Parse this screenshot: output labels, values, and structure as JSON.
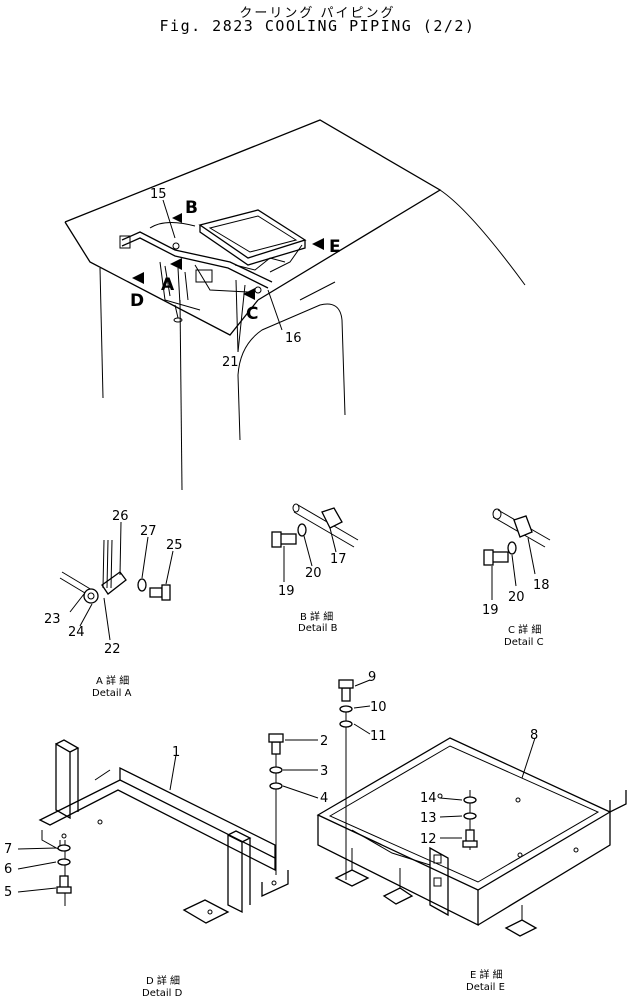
{
  "title_jp": "クーリング パイピング",
  "title_en": "Fig. 2823 COOLING PIPING (2/2)",
  "main_view": {
    "part_labels": [
      "15",
      "16",
      "21"
    ],
    "view_letters": [
      "A",
      "B",
      "C",
      "D",
      "E"
    ]
  },
  "detail_a": {
    "caption_jp": "A 詳 細",
    "caption_en": "Detail A",
    "parts": [
      "22",
      "23",
      "24",
      "25",
      "26",
      "27"
    ]
  },
  "detail_b": {
    "caption_jp": "B 詳 細",
    "caption_en": "Detail B",
    "parts": [
      "17",
      "19",
      "20"
    ]
  },
  "detail_c": {
    "caption_jp": "C 詳 細",
    "caption_en": "Detail C",
    "parts": [
      "18",
      "19",
      "20"
    ]
  },
  "detail_d": {
    "caption_jp": "D 詳 細",
    "caption_en": "Detail D",
    "parts": [
      "1",
      "2",
      "3",
      "4",
      "5",
      "6",
      "7"
    ]
  },
  "detail_e": {
    "caption_jp": "E 詳 細",
    "caption_en": "Detail E",
    "parts": [
      "8",
      "9",
      "10",
      "11",
      "12",
      "13",
      "14"
    ]
  }
}
